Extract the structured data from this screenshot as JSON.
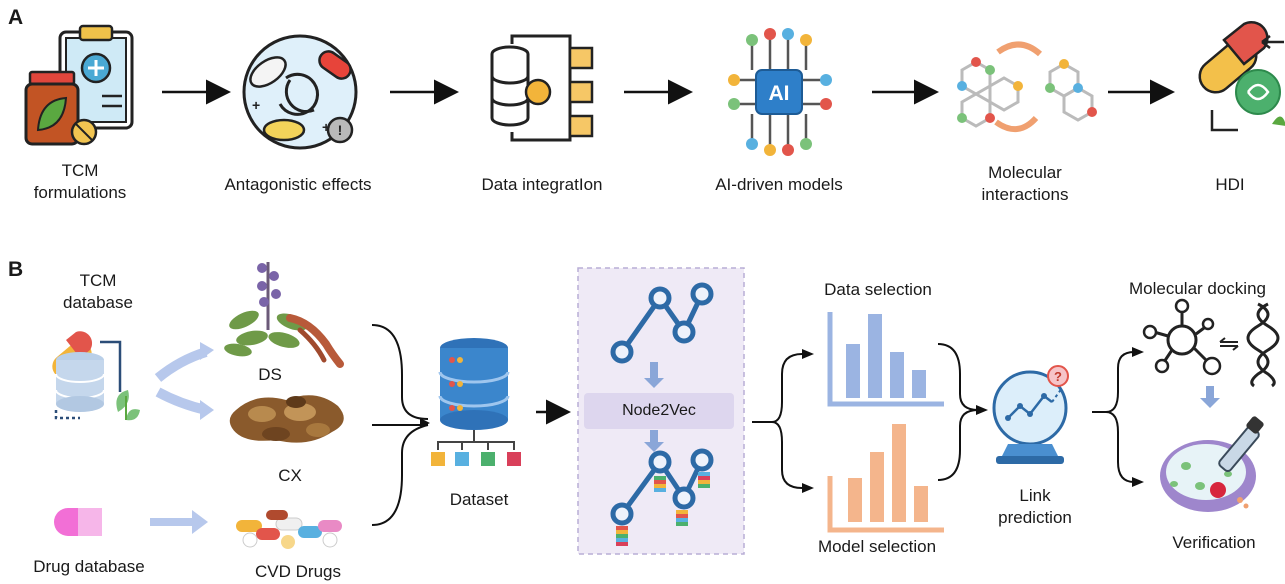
{
  "panels": {
    "a": "A",
    "b": "B"
  },
  "panel_a": {
    "steps": [
      {
        "label_line1": "TCM",
        "label_line2": "formulations",
        "icon": "clipboard-herb-jar-icon"
      },
      {
        "label_line1": "Antagonistic effects",
        "label_line2": "",
        "icon": "pills-cycle-icon"
      },
      {
        "label_line1": "Data integratIon",
        "label_line2": "",
        "icon": "database-gear-icon"
      },
      {
        "label_line1": "AI-driven models",
        "label_line2": "",
        "icon": "ai-chip-icon"
      },
      {
        "label_line1": "Molecular",
        "label_line2": "interactions",
        "icon": "molecule-exchange-icon"
      },
      {
        "label_line1": "HDI",
        "label_line2": "",
        "icon": "capsule-herb-icon"
      }
    ]
  },
  "panel_b": {
    "tcm_database": {
      "line1": "TCM",
      "line2": "database"
    },
    "drug_database": "Drug database",
    "herbs": {
      "ds": "DS",
      "cx": "CX",
      "cvd": "CVD Drugs"
    },
    "dataset": "Dataset",
    "node2vec": "Node2Vec",
    "data_selection": "Data selection",
    "model_selection": "Model selection",
    "link_prediction": {
      "line1": "Link",
      "line2": "prediction"
    },
    "molecular_docking": "Molecular docking",
    "verification": "Verification"
  },
  "colors": {
    "blue": "#3a78b0",
    "light_blue": "#8aaad8",
    "orange": "#f0a878",
    "purple_panel": "#efeaf6",
    "node2vec_box": "#ddd6ee"
  }
}
